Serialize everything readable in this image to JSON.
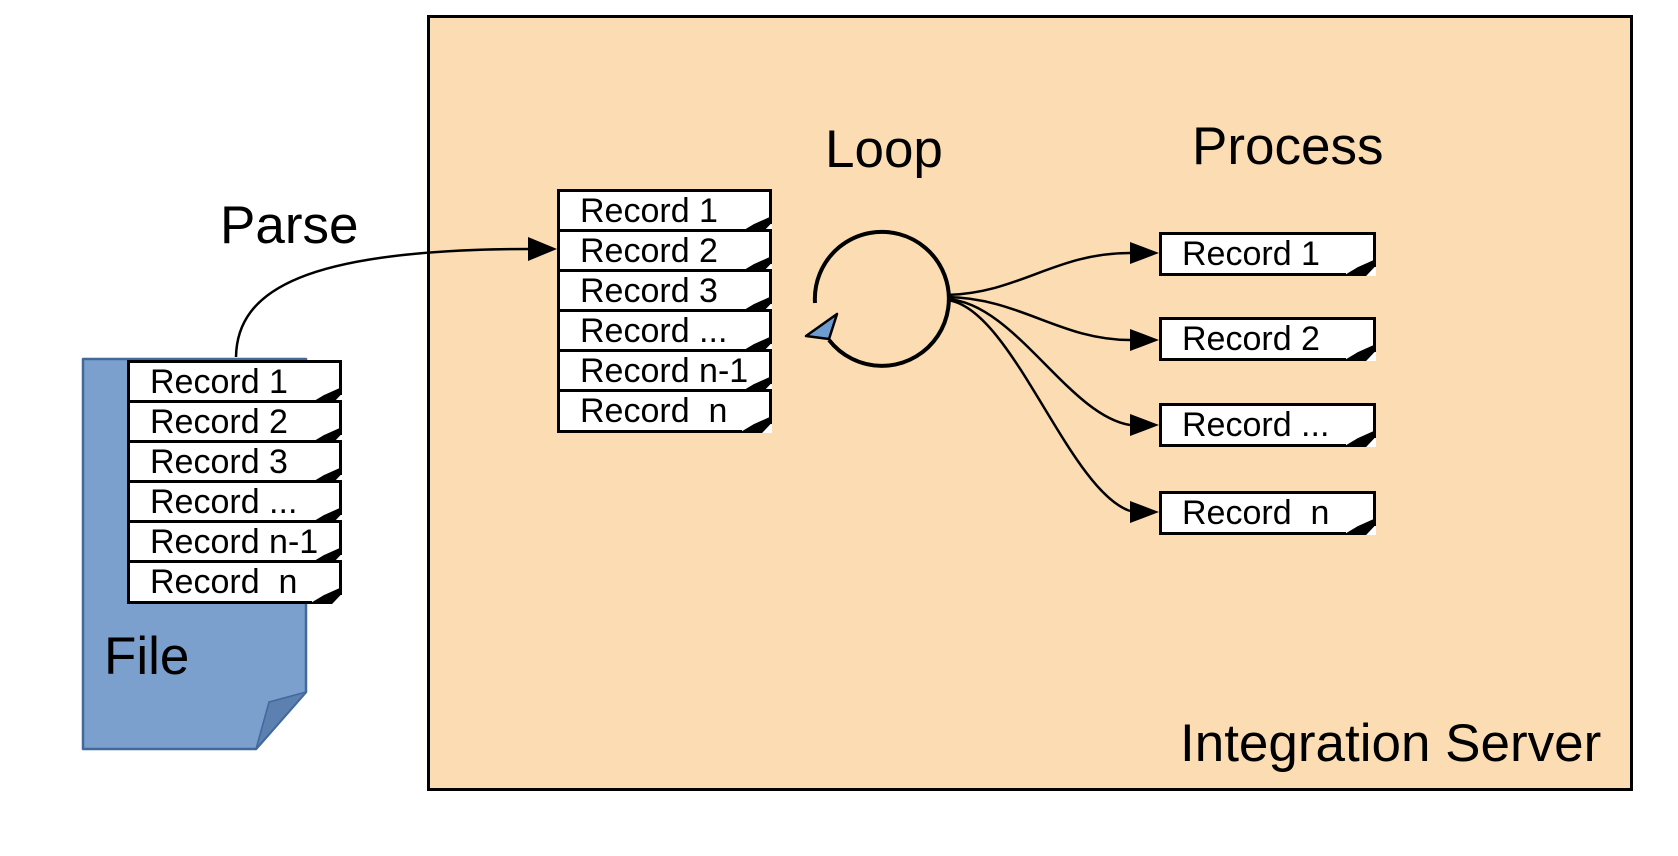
{
  "labels": {
    "parse": "Parse",
    "loop": "Loop",
    "process": "Process",
    "file": "File",
    "integration_server": "Integration Server"
  },
  "file_stack": {
    "records": [
      "Record 1",
      "Record 2",
      "Record 3",
      "Record ...",
      "Record n-1",
      "Record  n"
    ]
  },
  "server_stack": {
    "records": [
      "Record 1",
      "Record 2",
      "Record 3",
      "Record ...",
      "Record n-1",
      "Record  n"
    ]
  },
  "process_stack": {
    "records": [
      "Record 1",
      "Record 2",
      "Record ...",
      "Record  n"
    ]
  },
  "colors": {
    "server_fill": "#FCDCB3",
    "file_fill": "#7CA0CD",
    "file_border": "#41699C",
    "fold_fill": "#5C80AF",
    "loop_arrow_fill": "#6E9CD1"
  }
}
